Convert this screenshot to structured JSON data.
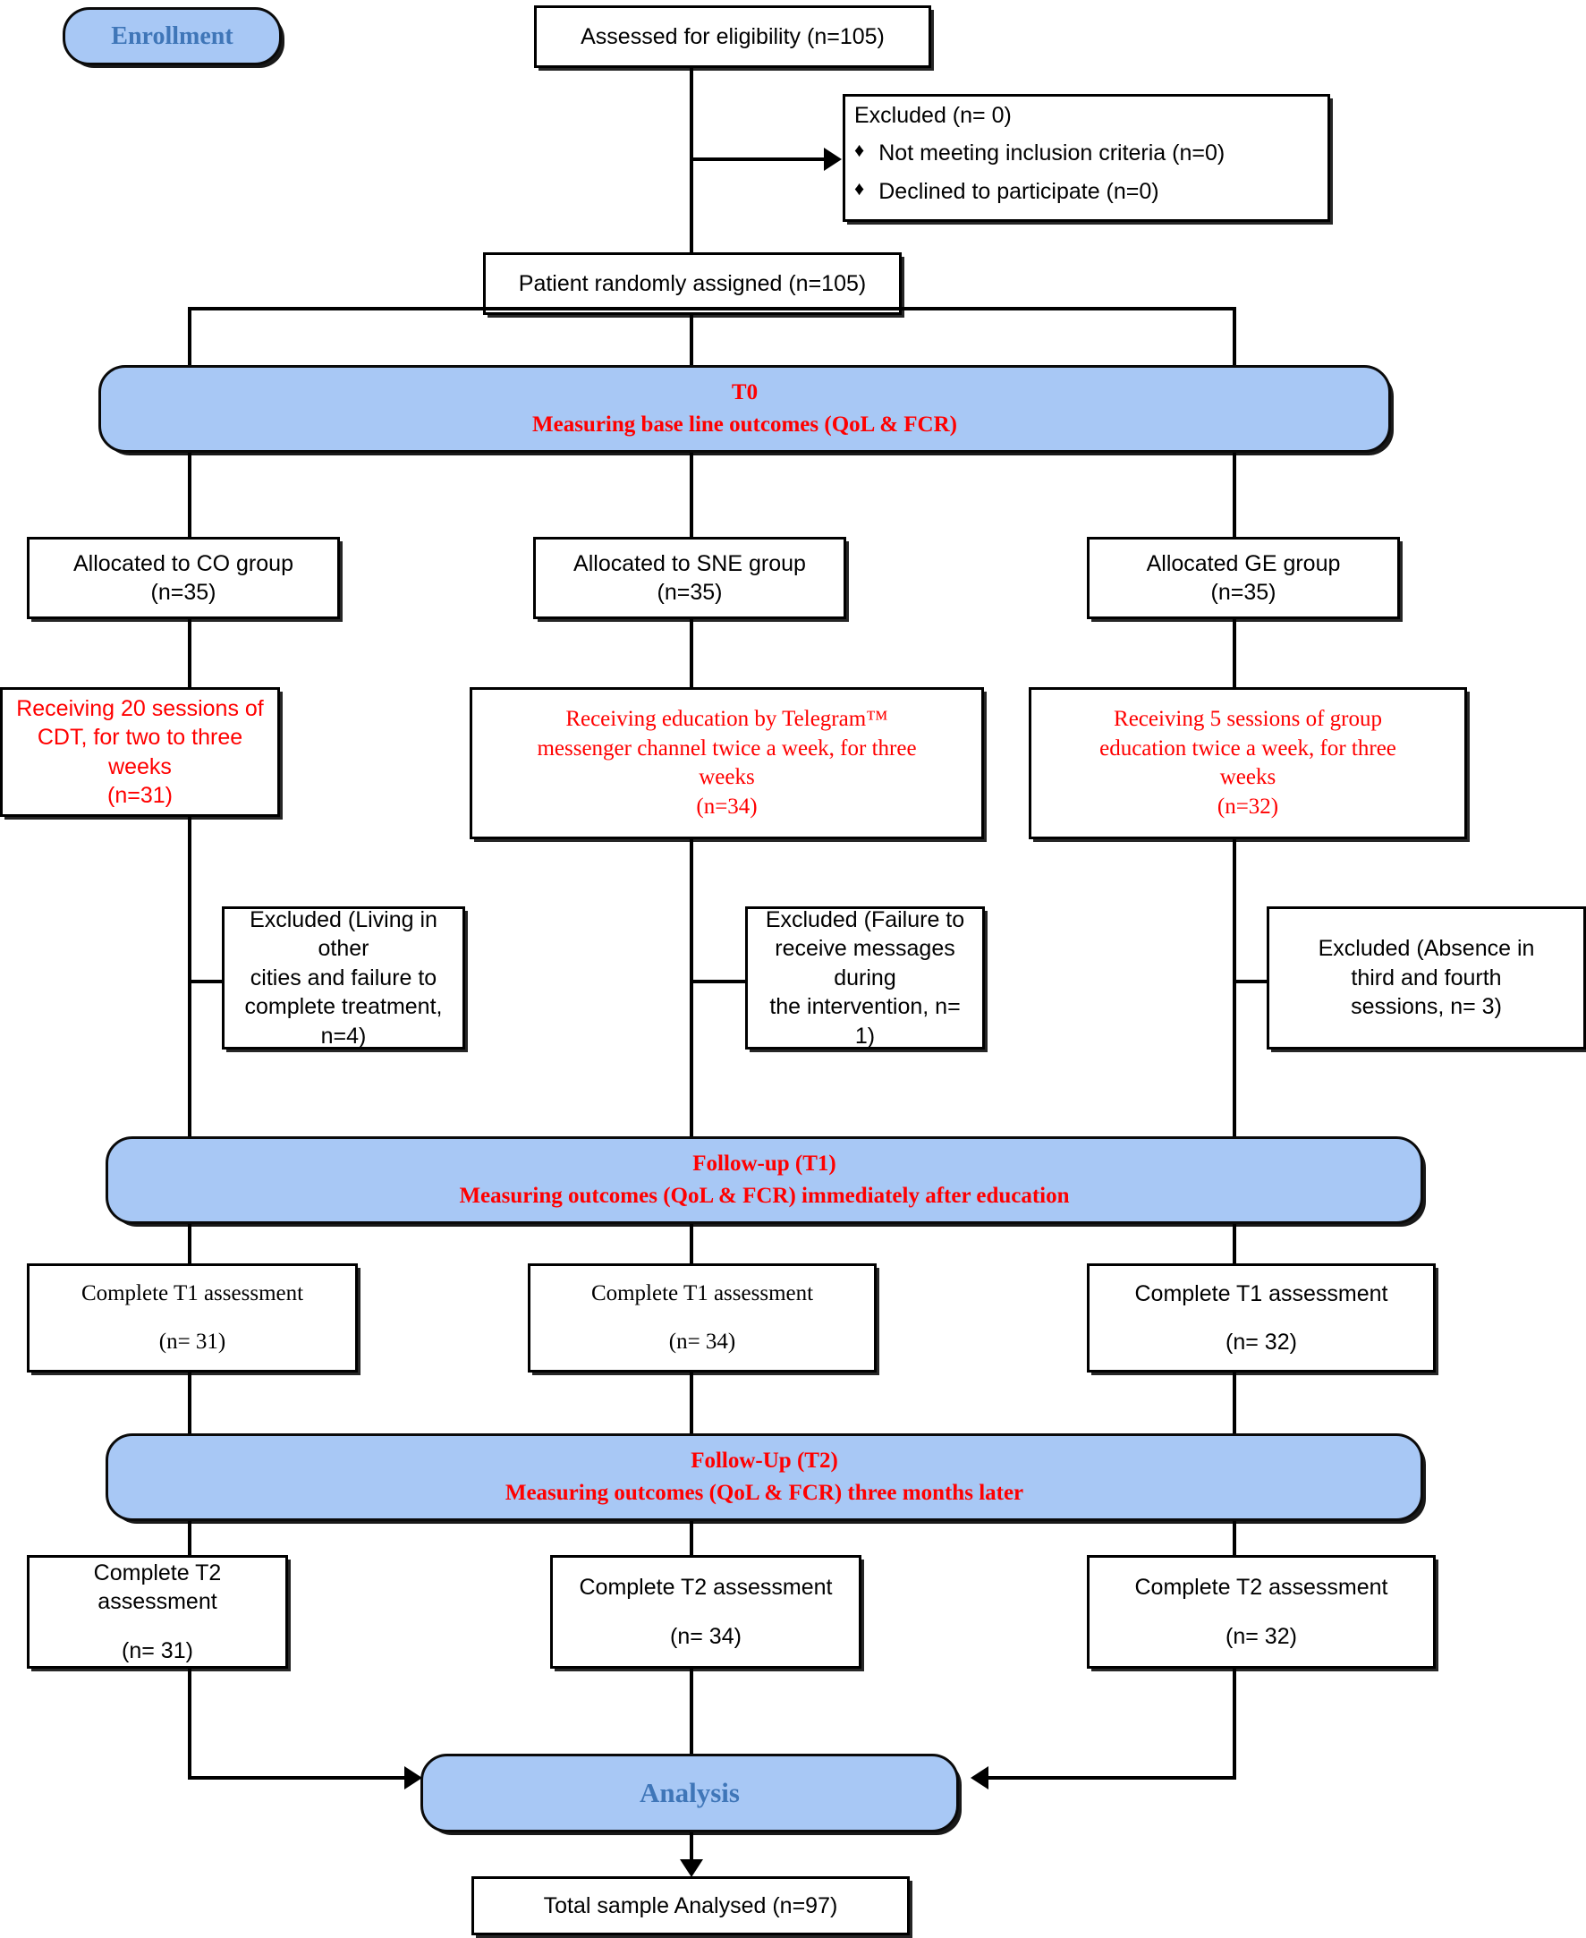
{
  "diagram": {
    "title": "CONSORT participant flow diagram",
    "accent_blue": "#a8c8f5",
    "label_blue": "#3f76b8",
    "stage_red": "#ff0000",
    "line_black": "#000000"
  },
  "stages": {
    "enrollment": "Enrollment",
    "t0_line1": "T0",
    "t0_line2": "Measuring base line outcomes (QoL & FCR)",
    "t1_line1": "Follow-up (T1)",
    "t1_line2": "Measuring outcomes (QoL & FCR) immediately after education",
    "t2_line1": "Follow-Up (T2)",
    "t2_line2": "Measuring outcomes (QoL & FCR) three months later",
    "analysis": "Analysis"
  },
  "nodes": {
    "assessed": "Assessed for eligibility (n=105)",
    "excluded_label": "Excluded (n= 0)",
    "excluded_items": [
      "Not meeting inclusion criteria (n=0)",
      "Declined to participate (n=0)"
    ],
    "randomized": "Patient randomly assigned (n=105)",
    "total_analysed": "Total sample Analysed (n=97)"
  },
  "arms": [
    {
      "id": "co",
      "allocated_line1": "Allocated to CO group",
      "allocated_line2": "(n=35)",
      "intervention_lines": [
        "Receiving 20 sessions of",
        "CDT, for two to three weeks",
        "(n=31)"
      ],
      "excluded_lines": [
        "Excluded (Living in other",
        "cities and failure to",
        "complete treatment, n=4)"
      ],
      "t1_line1": "Complete T1 assessment",
      "t1_line2": "(n= 31)",
      "t2_line1": "Complete T2 assessment",
      "t2_line2": "(n= 31)"
    },
    {
      "id": "sne",
      "allocated_line1": "Allocated to SNE group",
      "allocated_line2": "(n=35)",
      "intervention_lines": [
        "Receiving education by Telegram™",
        "messenger channel twice a week, for three",
        "weeks",
        "(n=34)"
      ],
      "excluded_lines": [
        "Excluded (Failure to",
        "receive messages during",
        "the intervention, n= 1)"
      ],
      "t1_line1": "Complete T1 assessment",
      "t1_line2": "(n= 34)",
      "t2_line1": "Complete T2 assessment",
      "t2_line2": "(n= 34)"
    },
    {
      "id": "ge",
      "allocated_line1": "Allocated GE group",
      "allocated_line2": "(n=35)",
      "intervention_lines": [
        "Receiving 5 sessions of group",
        "education twice a week, for three",
        "weeks",
        "(n=32)"
      ],
      "excluded_lines": [
        "Excluded (Absence in",
        "third and fourth",
        "sessions, n= 3)"
      ],
      "t1_line1": "Complete T1 assessment",
      "t1_line2": "(n= 32)",
      "t2_line1": "Complete T2 assessment",
      "t2_line2": "(n= 32)"
    }
  ],
  "icons": {
    "bullet": "♦"
  }
}
